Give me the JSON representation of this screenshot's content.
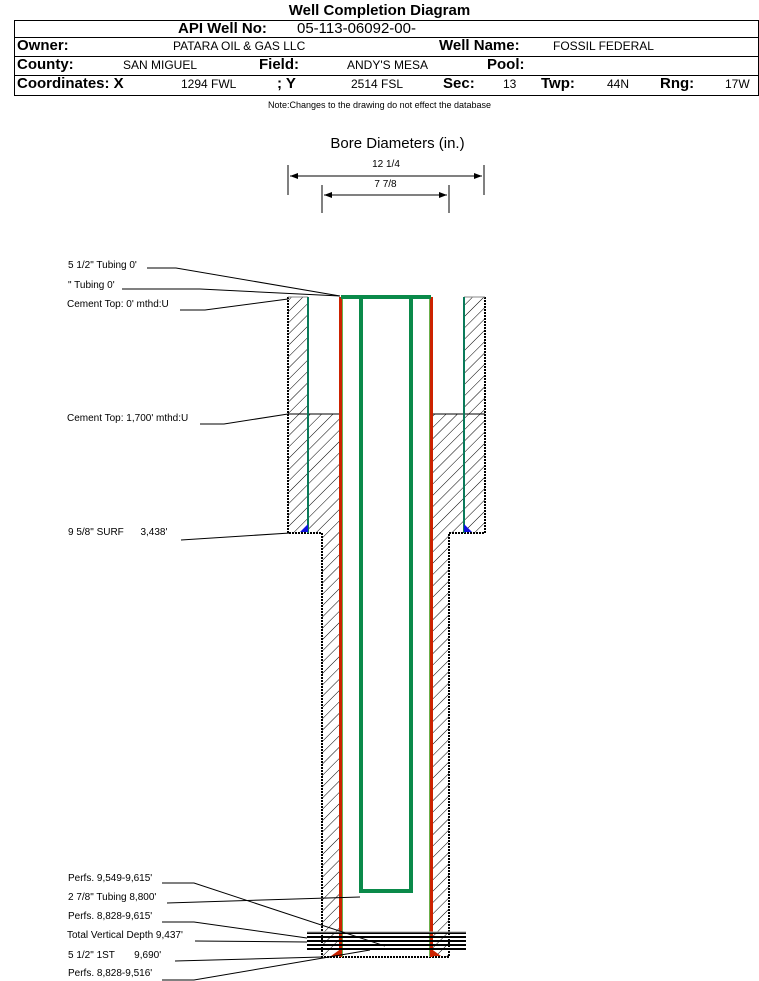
{
  "header": {
    "title": "Well Completion Diagram",
    "api_label": "API Well No:",
    "api_value": "05-113-06092-00-",
    "owner_label": "Owner:",
    "owner_value": "PATARA OIL & GAS LLC",
    "well_name_label": "Well Name:",
    "well_name_value": "FOSSIL FEDERAL",
    "county_label": "County:",
    "county_value": "SAN MIGUEL",
    "field_label": "Field:",
    "field_value": "ANDY'S MESA",
    "pool_label": "Pool:",
    "pool_value": "",
    "coord_x_label": "Coordinates: X",
    "coord_x_value": "1294 FWL",
    "coord_y_label": "; Y",
    "coord_y_value": "2514 FSL",
    "sec_label": "Sec:",
    "sec_value": "13",
    "twp_label": "Twp:",
    "twp_value": "44N",
    "rng_label": "Rng:",
    "rng_value": "17W"
  },
  "note": "Note:Changes to the drawing do not effect the database",
  "bore": {
    "title": "Bore Diameters (in.)",
    "diameters": [
      "12 1/4",
      "7 7/8"
    ]
  },
  "callouts": {
    "tubing_5_5": "5 1/2\" Tubing 0'",
    "tubing_blank": "\" Tubing 0'",
    "cement_top_0": "Cement Top: 0' mthd:U",
    "cement_top_1700": "Cement Top: 1,700' mthd:U",
    "surf_casing": "9 5/8\" SURF      3,438'",
    "perfs_1": "Perfs. 9,549-9,615'",
    "tubing_2_7": "2 7/8\" Tubing 8,800'",
    "perfs_2": "Perfs. 8,828-9,615'",
    "tvd": "Total Vertical Depth 9,437'",
    "prod_casing": "5 1/2\" 1ST       9,690'",
    "perfs_3": "Perfs. 8,828-9,516'"
  },
  "colors": {
    "tubing": "#0a8a4a",
    "casing_red": "#cc2200",
    "shoe_blue": "#1010e0",
    "hatch": "#000000"
  }
}
